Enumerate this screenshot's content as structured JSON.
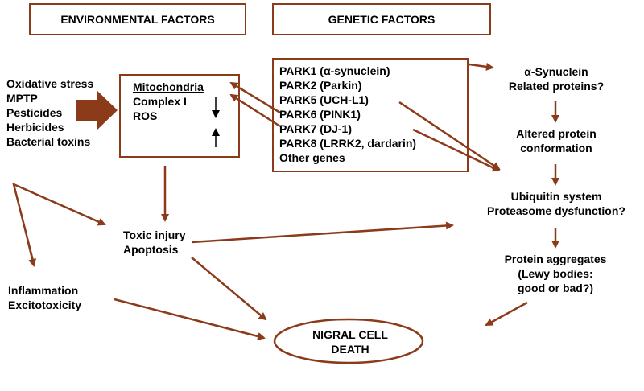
{
  "headers": {
    "environmental": "ENVIRONMENTAL FACTORS",
    "genetic": "GENETIC FACTORS"
  },
  "environmental_list": [
    "Oxidative stress",
    "MPTP",
    "Pesticides",
    "Herbicides",
    "Bacterial toxins"
  ],
  "mitochondria": {
    "title": "Mitochondria",
    "complex": "Complex I",
    "ros": "ROS"
  },
  "genetic_list": [
    "PARK1 (α-synuclein)",
    "PARK2 (Parkin)",
    "PARK5 (UCH-L1)",
    "PARK6 (PINK1)",
    "PARK7 (DJ-1)",
    "PARK8 (LRRK2, dardarin)",
    "Other genes"
  ],
  "pathway": {
    "synuclein": [
      "α-Synuclein",
      "Related proteins?"
    ],
    "altered": [
      "Altered protein",
      "conformation"
    ],
    "ubiquitin": [
      "Ubiquitin system",
      "Proteasome dysfunction?"
    ],
    "aggregates": [
      "Protein aggregates",
      "(Lewy bodies:",
      "good or bad?)"
    ]
  },
  "toxic": [
    "Toxic injury",
    "Apoptosis"
  ],
  "inflammation": [
    "Inflammation",
    "Excitotoxicity"
  ],
  "death": [
    "NIGRAL CELL",
    "DEATH"
  ],
  "colors": {
    "arrow": "#8b3a1a",
    "box_border": "#8b3a1a"
  }
}
